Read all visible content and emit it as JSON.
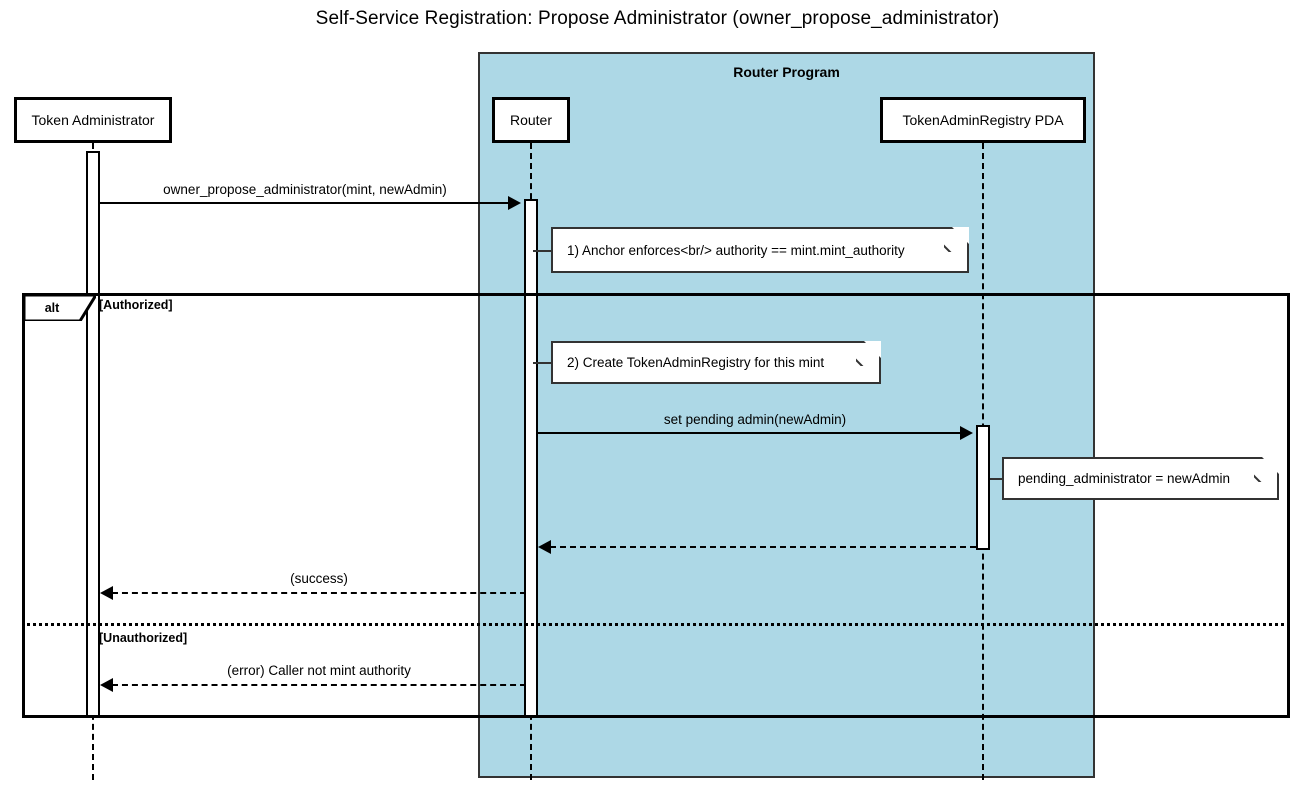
{
  "title": "Self-Service Registration: Propose Administrator (owner_propose_administrator)",
  "group": {
    "label": "Router Program",
    "fill_color": "#ADD8E6",
    "border_color": "#333333"
  },
  "participants": [
    {
      "id": "actor",
      "label": "Token Administrator"
    },
    {
      "id": "router",
      "label": "Router"
    },
    {
      "id": "pda",
      "label": "TokenAdminRegistry PDA"
    }
  ],
  "messages": [
    {
      "id": "m1",
      "label": "owner_propose_administrator(mint, newAdmin)",
      "from": "actor",
      "to": "router",
      "style": "solid",
      "direction": "right"
    },
    {
      "id": "m2",
      "label": "set pending admin(newAdmin)",
      "from": "router",
      "to": "pda",
      "style": "solid",
      "direction": "right"
    },
    {
      "id": "m3",
      "label": "",
      "from": "pda",
      "to": "router",
      "style": "dashed",
      "direction": "left"
    },
    {
      "id": "m4",
      "label": "(success)",
      "from": "router",
      "to": "actor",
      "style": "dashed",
      "direction": "left"
    },
    {
      "id": "m5",
      "label": "(error) Caller not mint authority",
      "from": "router",
      "to": "actor",
      "style": "dashed",
      "direction": "left"
    }
  ],
  "notes": [
    {
      "id": "n1",
      "text": "1) Anchor enforces<br/> authority == mint.mint_authority",
      "attached_to": "router"
    },
    {
      "id": "n2",
      "text": "2) Create TokenAdminRegistry for this mint",
      "attached_to": "router"
    },
    {
      "id": "n3",
      "text": "pending_administrator = newAdmin",
      "attached_to": "pda"
    }
  ],
  "fragment": {
    "operator": "alt",
    "guards": [
      "[Authorized]",
      "[Unauthorized]"
    ]
  }
}
